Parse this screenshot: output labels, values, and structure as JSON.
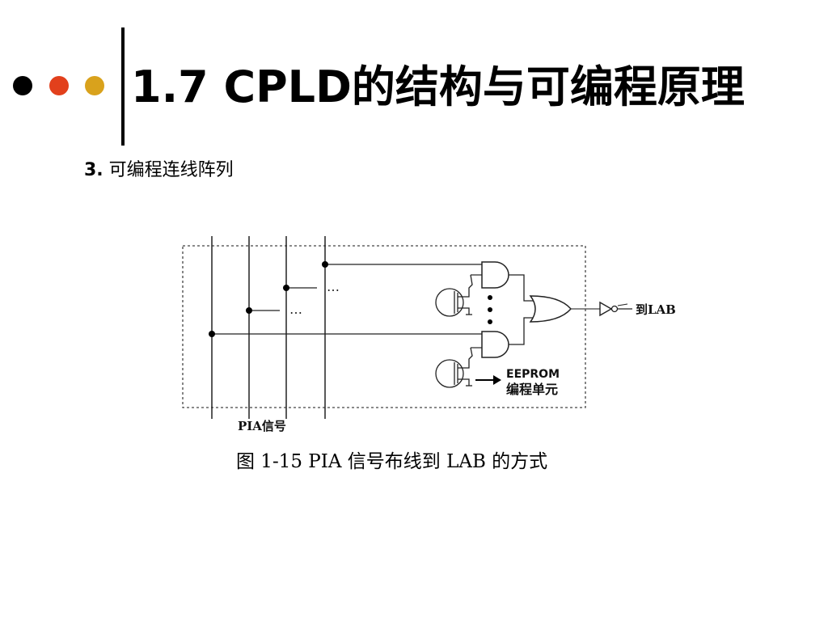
{
  "bullets": {
    "colors": [
      "#000000",
      "#e2401c",
      "#d9a21c"
    ]
  },
  "title": "1.7 CPLD的结构与可编程原理",
  "subtitle": {
    "number": "3.",
    "text": "可编程连线阵列"
  },
  "diagram": {
    "dots_label": "…",
    "output_label": "到LAB",
    "eeprom_label": "EEPROM",
    "cell_label": "编程单元",
    "pia_label": "PIA信号"
  },
  "caption": "图 1-15 PIA 信号布线到 LAB 的方式"
}
